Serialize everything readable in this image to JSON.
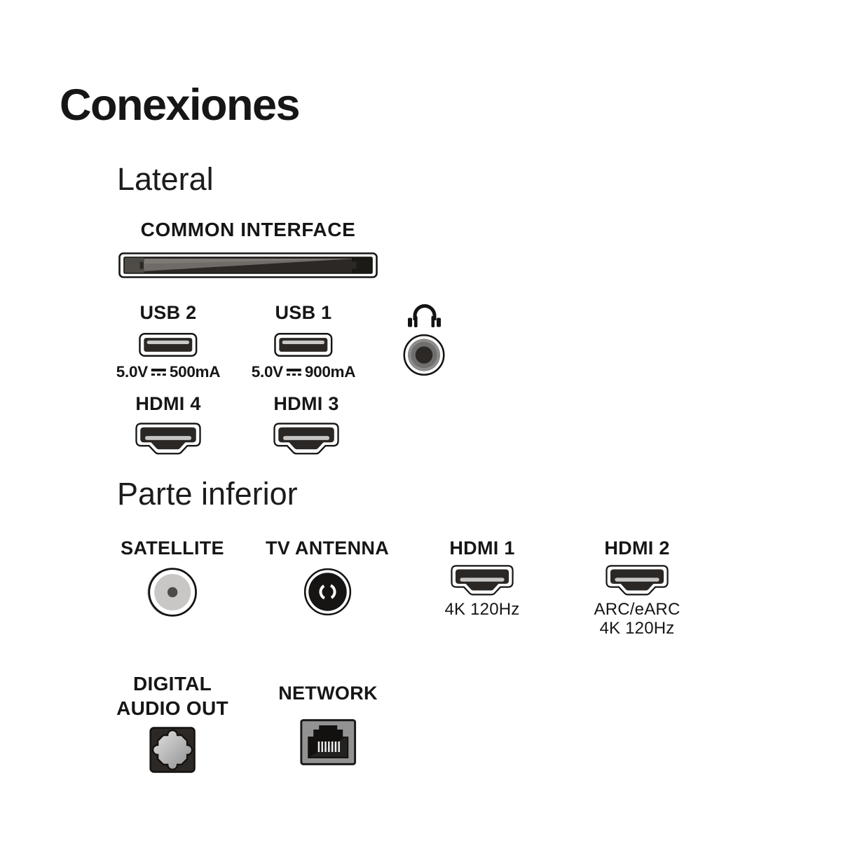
{
  "title": "Conexiones",
  "sections": {
    "lateral": {
      "heading": "Lateral"
    },
    "bottom": {
      "heading": "Parte inferior"
    }
  },
  "ports": {
    "common_interface": {
      "label": "COMMON INTERFACE",
      "icon": "ci-slot-icon"
    },
    "usb2": {
      "label": "USB 2",
      "volts": "5.0V",
      "current": "500mA",
      "icon": "usb-port-icon"
    },
    "usb1": {
      "label": "USB 1",
      "volts": "5.0V",
      "current": "900mA",
      "icon": "usb-port-icon"
    },
    "headphones": {
      "icon": "headphones-icon / audio-jack-icon"
    },
    "hdmi4": {
      "label": "HDMI 4",
      "icon": "hdmi-port-icon"
    },
    "hdmi3": {
      "label": "HDMI 3",
      "icon": "hdmi-port-icon"
    },
    "satellite": {
      "label": "SATELLITE",
      "icon": "coax-satellite-connector-icon"
    },
    "tv_antenna": {
      "label": "TV ANTENNA",
      "icon": "coax-antenna-connector-icon"
    },
    "hdmi1": {
      "label": "HDMI 1",
      "sub": "4K 120Hz",
      "icon": "hdmi-port-icon"
    },
    "hdmi2": {
      "label": "HDMI 2",
      "sub1": "ARC/eARC",
      "sub2": "4K 120Hz",
      "icon": "hdmi-port-icon"
    },
    "digital_audio_out": {
      "label_line1": "DIGITAL",
      "label_line2": "AUDIO OUT",
      "icon": "toslink-port-icon"
    },
    "network": {
      "label": "NETWORK",
      "icon": "ethernet-port-icon"
    }
  },
  "colors": {
    "background": "#ffffff",
    "text": "#161616",
    "port_dark": "#2b2725",
    "port_light_bar": "#c6c5c4",
    "connector_gray": "#8f8f8f"
  }
}
